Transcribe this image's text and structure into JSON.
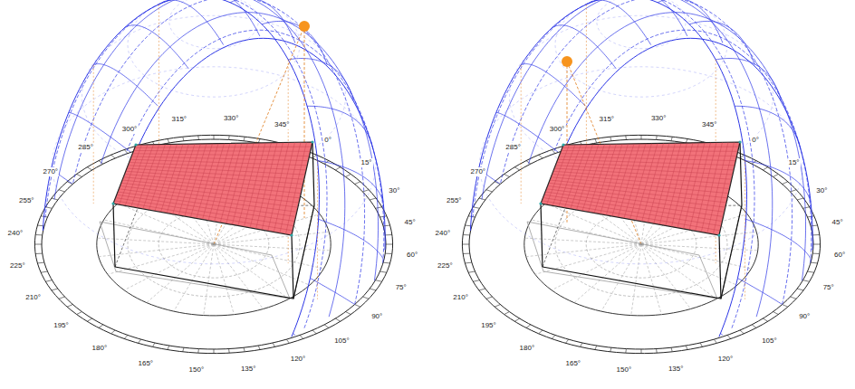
{
  "diagram": {
    "labels": [
      "0°",
      "15°",
      "30°",
      "45°",
      "60°",
      "75°",
      "90°",
      "105°",
      "120°",
      "135°",
      "150°",
      "165°",
      "180°",
      "195°",
      "210°",
      "225°",
      "240°",
      "255°",
      "270°",
      "285°",
      "300°",
      "315°",
      "330°",
      "345°",
      "0°",
      "15°",
      "30°",
      "45°",
      "60°",
      "75°",
      "90°",
      "105°",
      "120°",
      "135°",
      "150°",
      "165°",
      "180°",
      "195°",
      "210°",
      "225°",
      "240°",
      "255°",
      "270°",
      "285°",
      "300°",
      "315°",
      "330°",
      "345°"
    ]
  }
}
